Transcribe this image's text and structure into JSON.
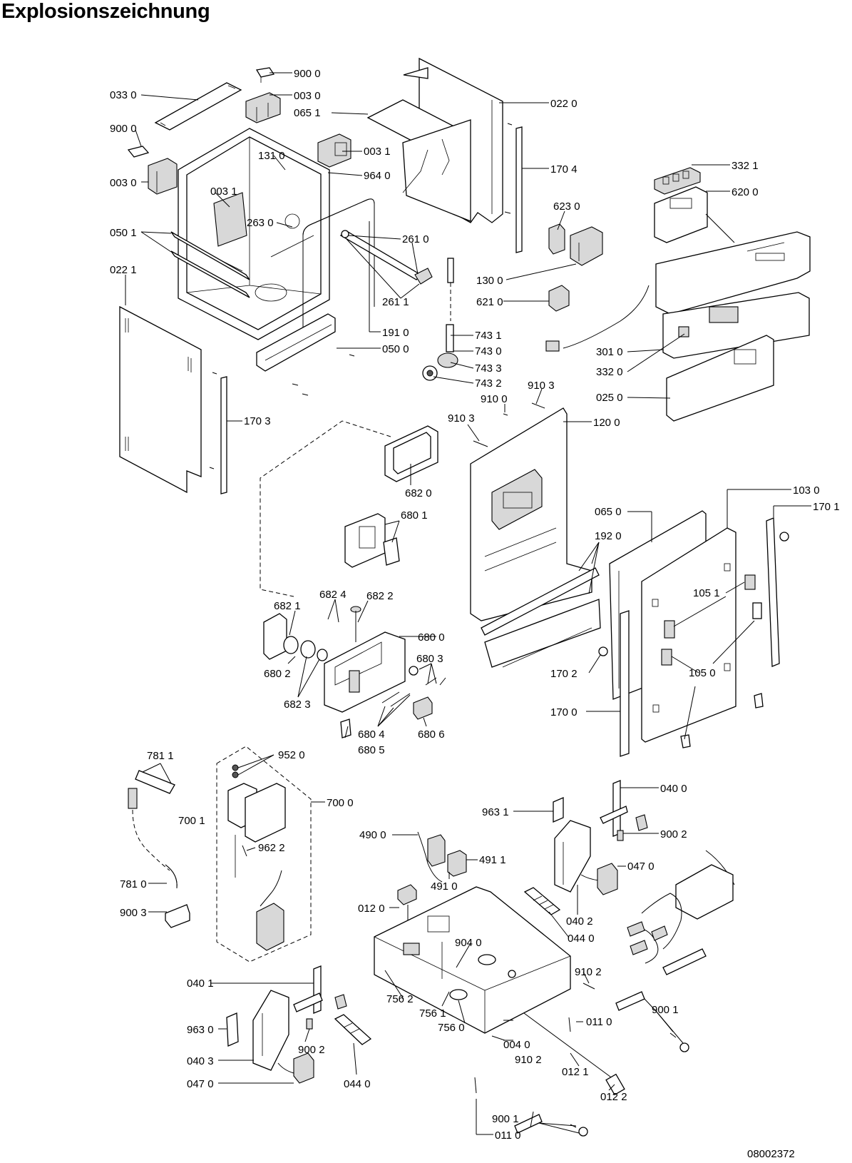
{
  "title": "Explosionszeichnung",
  "drawing_number": "08002372",
  "callouts": [
    {
      "id": "c1",
      "text": "900 0"
    },
    {
      "id": "c2",
      "text": "033 0"
    },
    {
      "id": "c3",
      "text": "003 0"
    },
    {
      "id": "c4",
      "text": "065 1"
    },
    {
      "id": "c5",
      "text": "022 0"
    },
    {
      "id": "c6",
      "text": "900 0"
    },
    {
      "id": "c7",
      "text": "003 1"
    },
    {
      "id": "c8",
      "text": "131 0"
    },
    {
      "id": "c9",
      "text": "964 0"
    },
    {
      "id": "c10",
      "text": "003 0"
    },
    {
      "id": "c11",
      "text": "003 1"
    },
    {
      "id": "c12",
      "text": "170 4"
    },
    {
      "id": "c13",
      "text": "332 1"
    },
    {
      "id": "c14",
      "text": "620 0"
    },
    {
      "id": "c15",
      "text": "263 0"
    },
    {
      "id": "c16",
      "text": "623 0"
    },
    {
      "id": "c17",
      "text": "050 1"
    },
    {
      "id": "c18",
      "text": "261 0"
    },
    {
      "id": "c19",
      "text": "022 1"
    },
    {
      "id": "c20",
      "text": "130 0"
    },
    {
      "id": "c21",
      "text": "261 1"
    },
    {
      "id": "c22",
      "text": "621 0"
    },
    {
      "id": "c23",
      "text": "191 0"
    },
    {
      "id": "c24",
      "text": "743 1"
    },
    {
      "id": "c25",
      "text": "050 0"
    },
    {
      "id": "c26",
      "text": "743 0"
    },
    {
      "id": "c27",
      "text": "301 0"
    },
    {
      "id": "c28",
      "text": "743 3"
    },
    {
      "id": "c29",
      "text": "332 0"
    },
    {
      "id": "c30",
      "text": "743 2"
    },
    {
      "id": "c31",
      "text": "910 3"
    },
    {
      "id": "c32",
      "text": "910 0"
    },
    {
      "id": "c33",
      "text": "025 0"
    },
    {
      "id": "c34",
      "text": "170 3"
    },
    {
      "id": "c35",
      "text": "910 3"
    },
    {
      "id": "c36",
      "text": "120 0"
    },
    {
      "id": "c37",
      "text": "682 0"
    },
    {
      "id": "c38",
      "text": "103 0"
    },
    {
      "id": "c39",
      "text": "065 0"
    },
    {
      "id": "c40",
      "text": "170 1"
    },
    {
      "id": "c41",
      "text": "680 1"
    },
    {
      "id": "c42",
      "text": "192 0"
    },
    {
      "id": "c43",
      "text": "682 4"
    },
    {
      "id": "c44",
      "text": "682 2"
    },
    {
      "id": "c45",
      "text": "105 1"
    },
    {
      "id": "c46",
      "text": "682 1"
    },
    {
      "id": "c47",
      "text": "680 0"
    },
    {
      "id": "c48",
      "text": "680 3"
    },
    {
      "id": "c49",
      "text": "170 2"
    },
    {
      "id": "c50",
      "text": "105 0"
    },
    {
      "id": "c51",
      "text": "680 2"
    },
    {
      "id": "c52",
      "text": "682 3"
    },
    {
      "id": "c53",
      "text": "170 0"
    },
    {
      "id": "c54",
      "text": "680 4"
    },
    {
      "id": "c55",
      "text": "680 6"
    },
    {
      "id": "c56",
      "text": "680 5"
    },
    {
      "id": "c57",
      "text": "781 1"
    },
    {
      "id": "c58",
      "text": "952 0"
    },
    {
      "id": "c59",
      "text": "700 0"
    },
    {
      "id": "c60",
      "text": "040 0"
    },
    {
      "id": "c61",
      "text": "700 1"
    },
    {
      "id": "c62",
      "text": "963 1"
    },
    {
      "id": "c63",
      "text": "900 2"
    },
    {
      "id": "c64",
      "text": "490 0"
    },
    {
      "id": "c65",
      "text": "491 1"
    },
    {
      "id": "c66",
      "text": "962 2"
    },
    {
      "id": "c67",
      "text": "047 0"
    },
    {
      "id": "c68",
      "text": "781 0"
    },
    {
      "id": "c69",
      "text": "491 0"
    },
    {
      "id": "c70",
      "text": "012 0"
    },
    {
      "id": "c71",
      "text": "040 2"
    },
    {
      "id": "c72",
      "text": "900 3"
    },
    {
      "id": "c73",
      "text": "044 0"
    },
    {
      "id": "c74",
      "text": "904 0"
    },
    {
      "id": "c75",
      "text": "910 2"
    },
    {
      "id": "c76",
      "text": "040 1"
    },
    {
      "id": "c77",
      "text": "756 2"
    },
    {
      "id": "c78",
      "text": "756 1"
    },
    {
      "id": "c79",
      "text": "900 1"
    },
    {
      "id": "c80",
      "text": "011 0"
    },
    {
      "id": "c81",
      "text": "756 0"
    },
    {
      "id": "c82",
      "text": "963 0"
    },
    {
      "id": "c83",
      "text": "900 2"
    },
    {
      "id": "c84",
      "text": "004 0"
    },
    {
      "id": "c85",
      "text": "040 3"
    },
    {
      "id": "c86",
      "text": "910 2"
    },
    {
      "id": "c87",
      "text": "012 1"
    },
    {
      "id": "c88",
      "text": "047 0"
    },
    {
      "id": "c89",
      "text": "044 0"
    },
    {
      "id": "c90",
      "text": "012 2"
    },
    {
      "id": "c91",
      "text": "900 1"
    },
    {
      "id": "c92",
      "text": "011 0"
    }
  ]
}
